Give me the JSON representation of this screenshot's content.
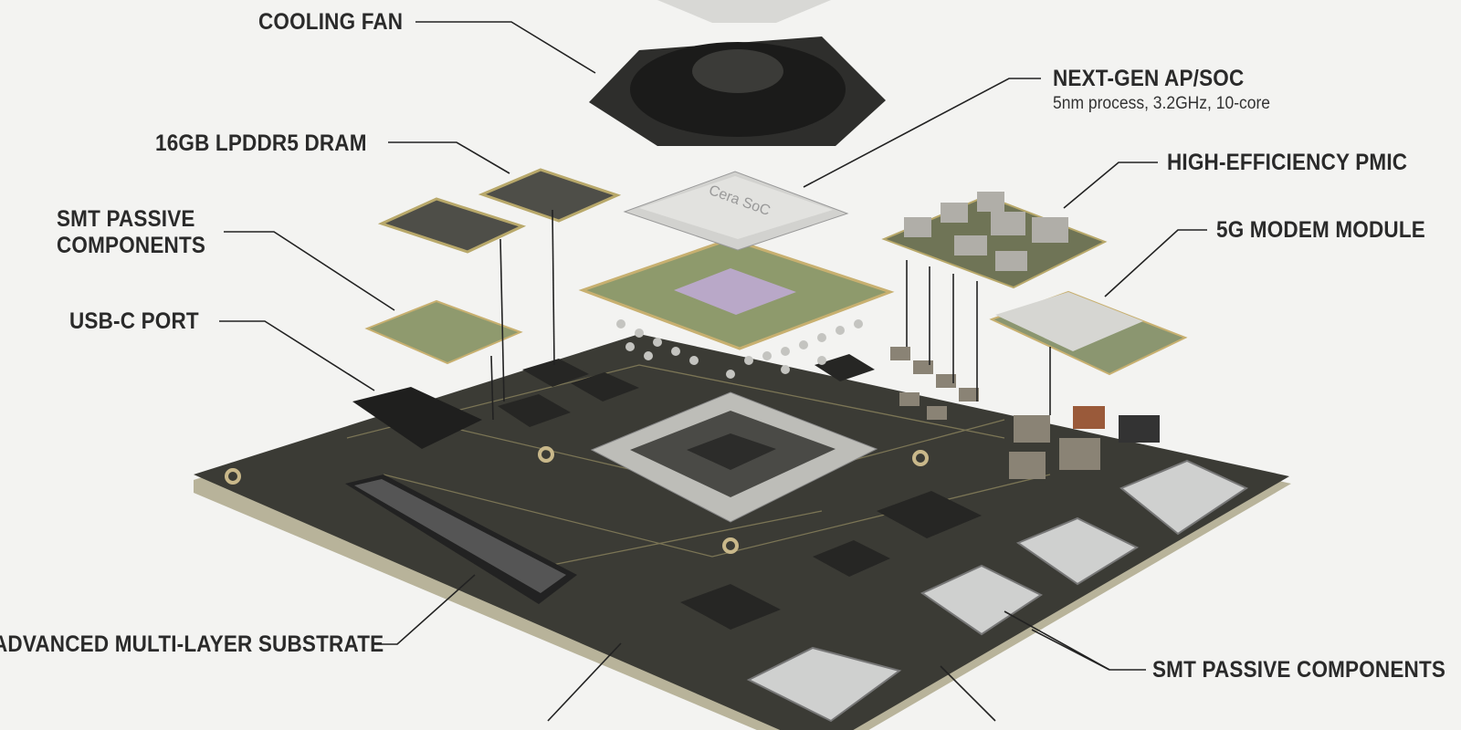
{
  "labels": {
    "cooling_fan": "COOLING FAN",
    "soc_title": "NEXT-GEN AP/SOC",
    "soc_sub": "5nm process, 3.2GHz, 10-core",
    "dram": "16GB LPDDR5 DRAM",
    "pmic": "HIGH-EFFICIENCY PMIC",
    "smt_passive_line1": "SMT PASSIVE",
    "smt_passive_line2": "COMPONENTS",
    "modem": "5G MODEM MODULE",
    "usbc": "USB-C PORT",
    "substrate": "ADVANCED MULTI-LAYER SUBSTRATE",
    "smt_passive_bottom": "SMT PASSIVE COMPONENTS"
  },
  "chip_marking": "Cera SoC",
  "colors": {
    "background": "#f3f3f1",
    "pcb": "#3a3a34",
    "text": "#2a2a2a"
  }
}
